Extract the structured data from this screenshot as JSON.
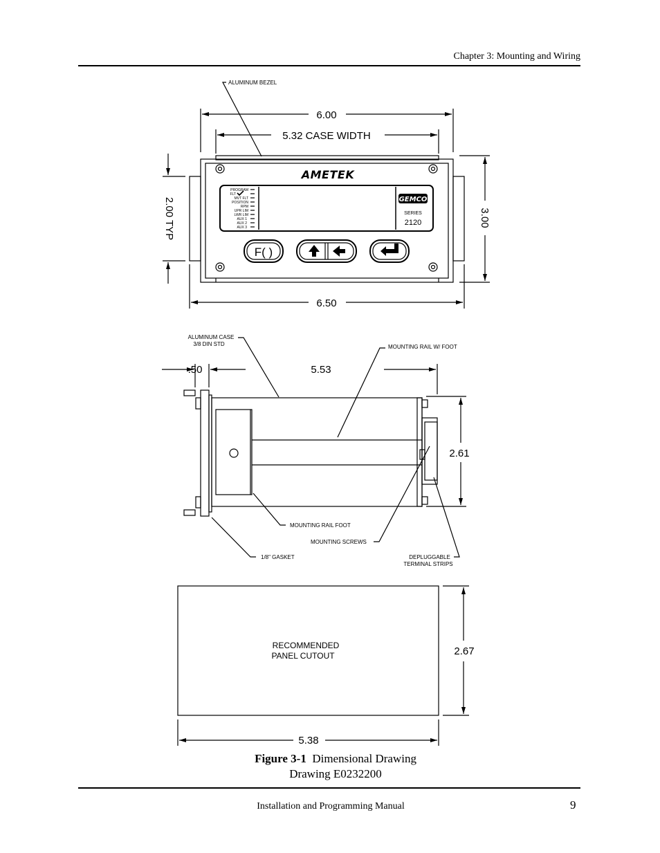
{
  "header": {
    "chapter": "Chapter 3:  Mounting and Wiring"
  },
  "footer": {
    "manual_title": "Installation and Programming Manual",
    "page_number": "9"
  },
  "caption": {
    "label": "Figure 3-1",
    "title": "Dimensional Drawing",
    "drawing_number": "Drawing E0232200"
  },
  "front_view": {
    "bezel_label": "ALUMINUM BEZEL",
    "dim_overall_width": "6.00",
    "dim_case_width": "5.32 CASE WIDTH",
    "dim_total_width": "6.50",
    "dim_height": "3.00",
    "dim_typ": "2.00 TYP",
    "brand": "AMETEK",
    "logo_text": "GEMCO",
    "series_label": "SERIES",
    "series_number": "2120",
    "indicators": [
      "PROGRAM",
      "FLT",
      "MVT FLT",
      "POSITION",
      "RPM",
      "UPR LIM",
      "LWR LIM",
      "AUX 1",
      "AUX 2",
      "AUX 3"
    ],
    "function_key": "F( )"
  },
  "side_view": {
    "case_label_1": "ALUMINUM CASE",
    "case_label_2": "3/8 DIN STD",
    "rail_label": "MOUNTING RAIL W/ FOOT",
    "dim_bezel": ".50",
    "dim_depth": "5.53",
    "dim_height": "2.61",
    "rail_foot_label": "MOUNTING RAIL FOOT",
    "screws_label": "MOUNTING SCREWS",
    "gasket_label": "1/8\" GASKET",
    "terminal_label_1": "DEPLUGGABLE",
    "terminal_label_2": "TERMINAL STRIPS"
  },
  "cutout": {
    "label_1": "RECOMMENDED",
    "label_2": "PANEL CUTOUT",
    "dim_height": "2.67",
    "dim_width": "5.38"
  }
}
